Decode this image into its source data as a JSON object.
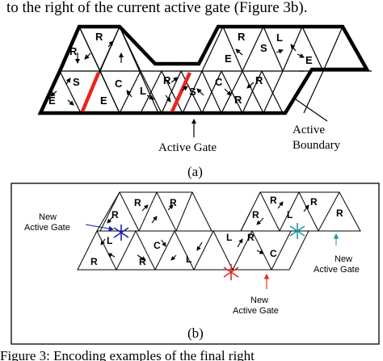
{
  "top_caption": "to the right of the current active gate (Figure 3b).",
  "bottom_caption": "Figure 3: Encoding examples of the final right",
  "figure_a": {
    "cell_letters": [
      "R",
      "R",
      "E",
      "R",
      "S",
      "L",
      "E",
      "S",
      "E",
      "C",
      "L",
      "R",
      "S",
      "C",
      "R",
      "R",
      "E"
    ],
    "active_gate_label": "Active Gate",
    "active_boundary_label": [
      "Active",
      "Boundary"
    ],
    "panel_label": "(a)"
  },
  "figure_b": {
    "cell_letters": [
      "R",
      "R",
      "R",
      "R",
      "R",
      "R",
      "R",
      "L",
      "L",
      "R",
      "C",
      "L",
      "L",
      "C",
      "R",
      "R"
    ],
    "new_active_gate_labels": [
      [
        "New",
        "Active Gate"
      ],
      [
        "New",
        "Active Gate"
      ],
      [
        "New",
        "Active Gate"
      ]
    ],
    "panel_label": "(b)"
  },
  "colors": {
    "cut_line": "#e8261f",
    "star_blue": "#1d1fa8",
    "star_red": "#e8261f",
    "star_teal": "#1a9aa0",
    "line": "#000000",
    "panel_border": "#000000"
  }
}
